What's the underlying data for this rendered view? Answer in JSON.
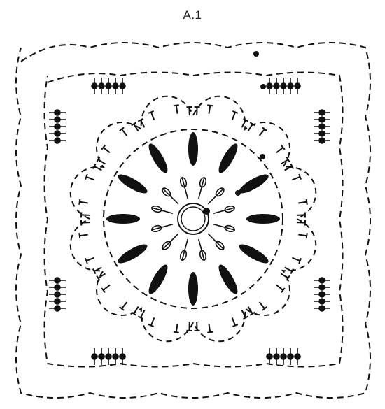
{
  "title": "A.1",
  "colors": {
    "ink": "#111111",
    "background": "#ffffff"
  },
  "symbols": {
    "center": "magic-ring",
    "round_1": "puff-stitch-cluster",
    "round_2": "bobble-stitch",
    "rounds_3_5": "treble-stitch",
    "chain": "chain-stitch-dash",
    "slip": "slip-stitch-dot",
    "corner": "stitch-fan"
  },
  "counts": {
    "round_1_clusters": 12,
    "round_2_bobbles": 12,
    "flower_petals": 12,
    "corner_fans": 8,
    "stitches_per_fan": 5
  }
}
